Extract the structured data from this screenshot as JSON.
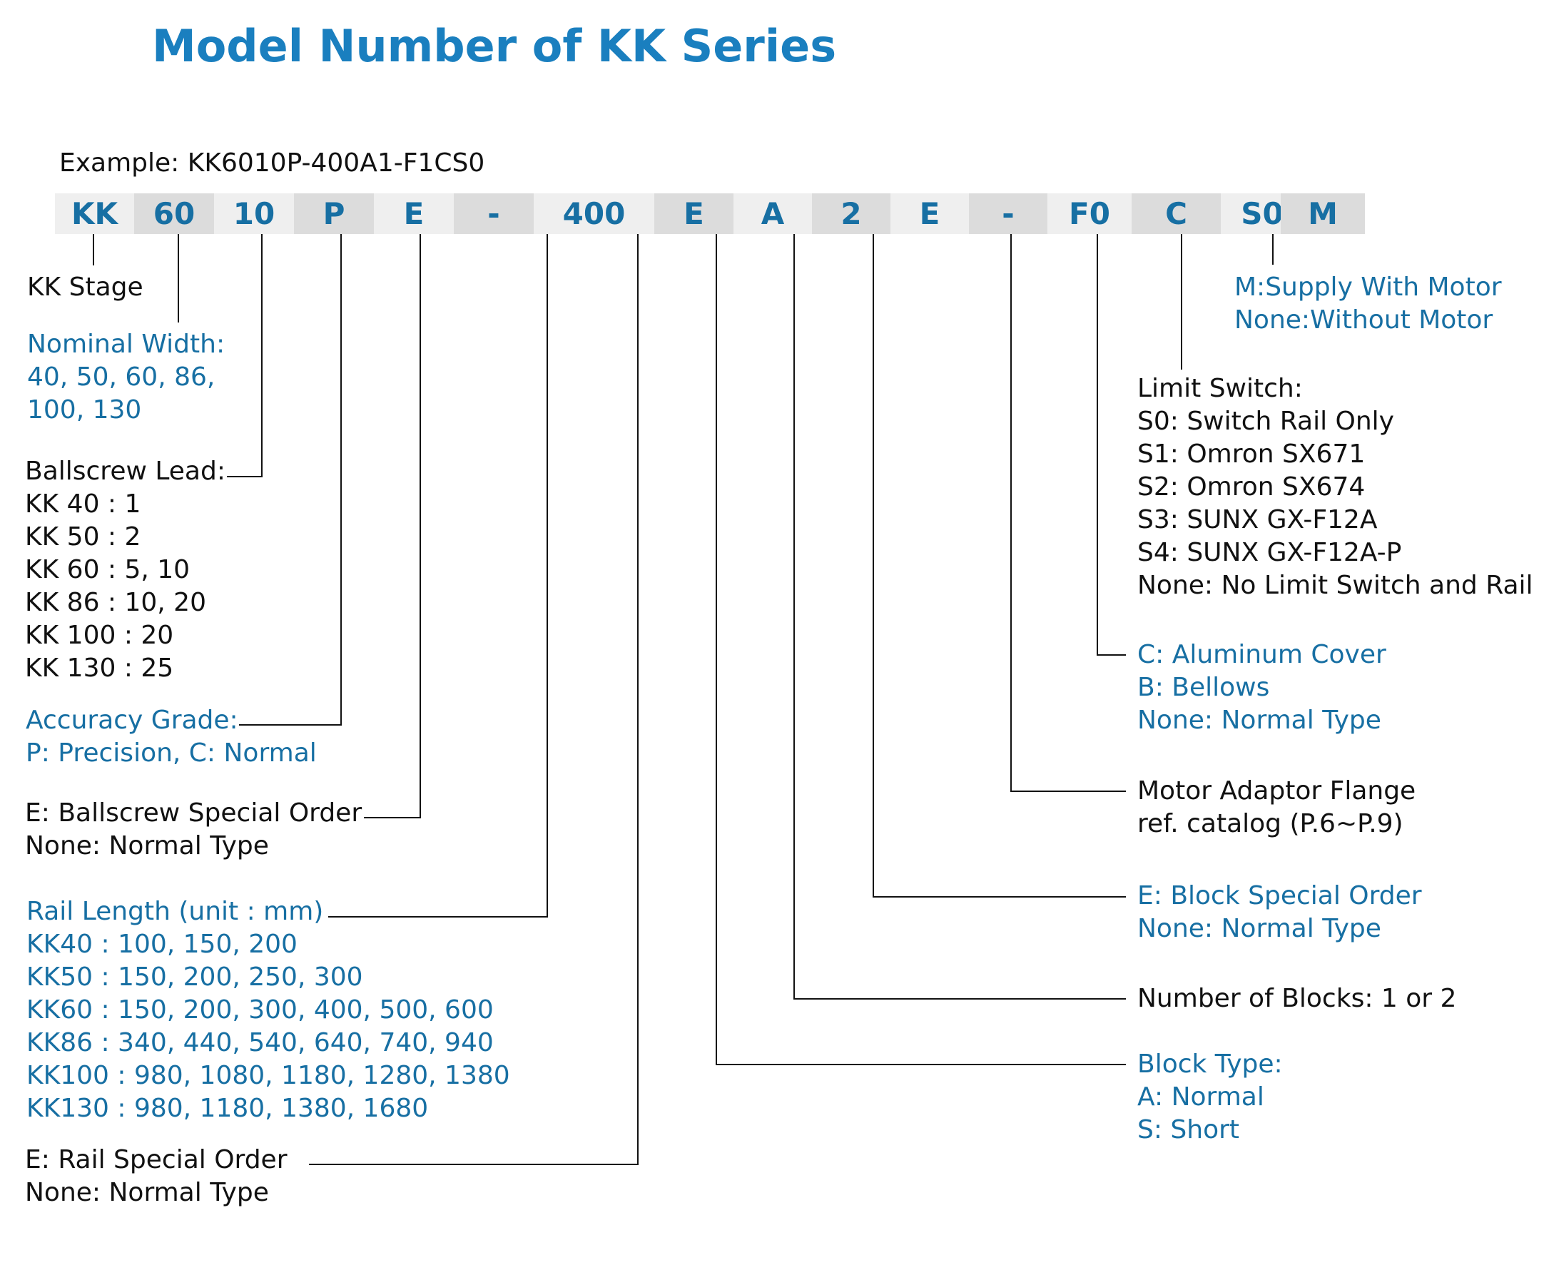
{
  "title": "Model Number of KK Series",
  "example": "Example: KK6010P-400A1-F1CS0",
  "colors": {
    "accent": "#1a7fbf",
    "code_text": "#176fa3",
    "label_blue": "#176fa3",
    "text": "#111111"
  },
  "code_segments": [
    {
      "text": "KK"
    },
    {
      "text": "60"
    },
    {
      "text": "10"
    },
    {
      "text": "P"
    },
    {
      "text": "E"
    },
    {
      "text": "-"
    },
    {
      "text": "400"
    },
    {
      "text": "E"
    },
    {
      "text": "A"
    },
    {
      "text": "2"
    },
    {
      "text": "E"
    },
    {
      "text": "-"
    },
    {
      "text": "F0"
    },
    {
      "text": "C"
    },
    {
      "text": "S0"
    },
    {
      "text": "M"
    }
  ],
  "descriptions": {
    "kk_stage": [
      "KK Stage"
    ],
    "nominal_width": [
      "Nominal Width:",
      "40, 50, 60, 86,",
      "100, 130"
    ],
    "ballscrew_lead": [
      "Ballscrew Lead:",
      "KK 40 : 1",
      "KK 50 : 2",
      "KK 60 : 5, 10",
      "KK 86 : 10, 20",
      "KK 100 : 20",
      "KK 130 : 25"
    ],
    "accuracy_grade": [
      "Accuracy Grade:",
      "P: Precision, C: Normal"
    ],
    "ballscrew_special": [
      "E: Ballscrew Special Order",
      "None: Normal Type"
    ],
    "rail_length": [
      "Rail Length (unit : mm)",
      "KK40 : 100, 150, 200",
      "KK50 : 150, 200, 250, 300",
      "KK60 : 150, 200, 300,  400,  500, 600",
      "KK86 : 340, 440, 540, 640, 740, 940",
      "KK100 : 980, 1080, 1180, 1280, 1380",
      "KK130 : 980, 1180, 1380, 1680"
    ],
    "rail_special": [
      "E: Rail Special Order",
      "None: Normal Type"
    ],
    "motor": [
      "M:Supply With Motor",
      "None:Without Motor"
    ],
    "limit_switch": [
      "Limit Switch:",
      "S0: Switch Rail Only",
      "S1: Omron SX671",
      "S2: Omron SX674",
      "S3: SUNX GX-F12A",
      "S4: SUNX GX-F12A-P",
      "None: No Limit Switch and Rail"
    ],
    "cover": [
      "C: Aluminum Cover",
      "B: Bellows",
      "None: Normal Type"
    ],
    "flange": [
      "Motor Adaptor Flange",
      "ref. catalog (P.6~P.9)"
    ],
    "block_special": [
      "E: Block Special Order",
      "None: Normal Type"
    ],
    "num_blocks": [
      "Number of Blocks: 1 or 2"
    ],
    "block_type": [
      "Block Type:",
      "A: Normal",
      "S: Short"
    ]
  }
}
